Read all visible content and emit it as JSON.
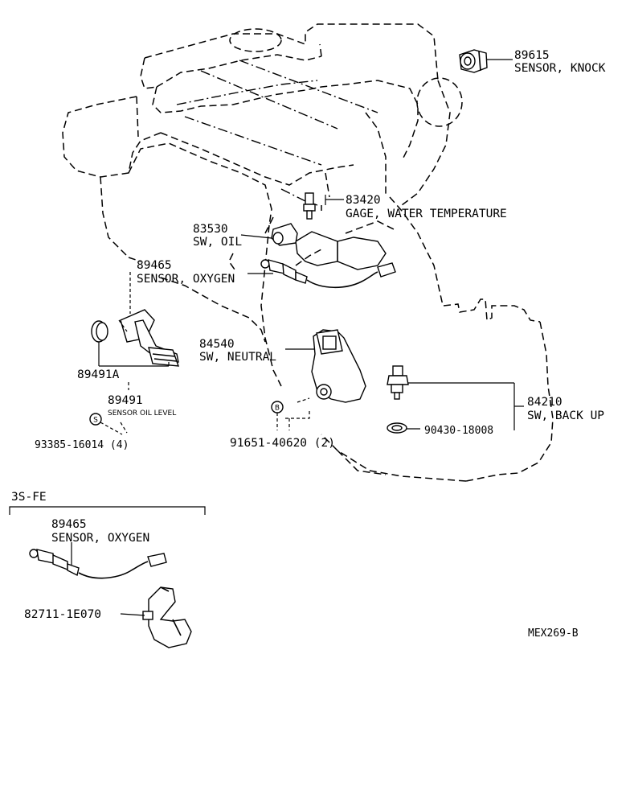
{
  "labels": {
    "knock_no": "89615",
    "knock_name": "SENSOR, KNOCK",
    "water_no": "83420",
    "water_name": "GAGE, WATER TEMPERATURE",
    "oil_no": "83530",
    "oil_name": "SW, OIL",
    "oxy_no": "89465",
    "oxy_name": "SENSOR, OXYGEN",
    "neutral_no": "84540",
    "neutral_name": "SW, NEUTRAL",
    "backup_no": "84210",
    "backup_name": "SW, BACK UP",
    "gasket_no": "90430-18008",
    "oillevel_a": "89491A",
    "oillevel_no": "89491",
    "oillevel_name": "SENSOR OIL LEVEL",
    "bolt_s_no": "93385-16014 (4)",
    "bolt_s_mark": "S",
    "bolt_b_no": "91651-40620 (2)",
    "bolt_b_mark": "B",
    "variant": "3S-FE",
    "oxy2_no": "89465",
    "oxy2_name": "SENSOR, OXYGEN",
    "bracket_no": "82711-1E070",
    "drawing_code": "MEX269-B"
  }
}
